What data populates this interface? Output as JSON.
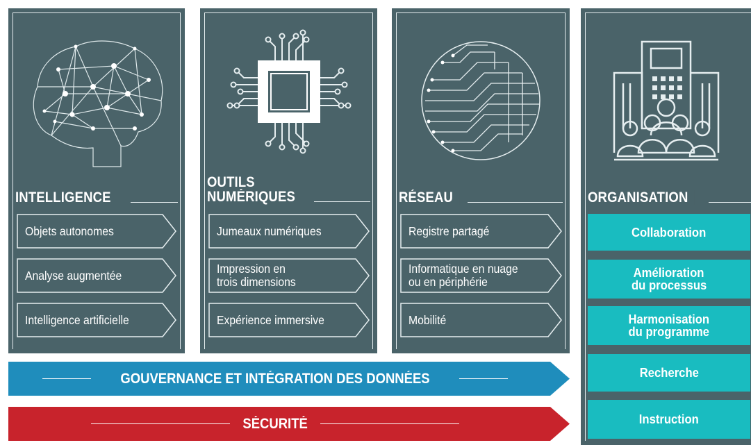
{
  "panels": [
    {
      "icon": "brain-network-icon",
      "heading": "INTELLIGENCE",
      "items": [
        "Objets autonomes",
        "Analyse augmentée",
        "Intelligence artificielle"
      ]
    },
    {
      "icon": "microchip-icon",
      "heading_line1": "OUTILS",
      "heading_line2": "NUMÉRIQUES",
      "items": [
        "Jumeaux numériques",
        "Impression en",
        "trois dimensions",
        "Expérience immersive"
      ]
    },
    {
      "icon": "circuit-globe-icon",
      "heading": "RÉSEAU",
      "items": [
        "Registre partagé",
        "Informatique en nuage",
        "ou en périphérie",
        "Mobilité"
      ]
    },
    {
      "icon": "building-people-icon",
      "heading": "ORGANISATION",
      "items": [
        "Collaboration",
        "Amélioration",
        "du processus",
        "Harmonisation",
        "du programme",
        "Recherche",
        "Instruction"
      ]
    }
  ],
  "bands": {
    "governance": "GOUVERNANCE ET INTÉGRATION DES DONNÉES",
    "security": "SÉCURITÉ"
  },
  "colors": {
    "panel": "#4a6369",
    "organisation_item": "#19bcc0",
    "governance_band": "#1f8dbc",
    "security_band": "#c8232c"
  }
}
